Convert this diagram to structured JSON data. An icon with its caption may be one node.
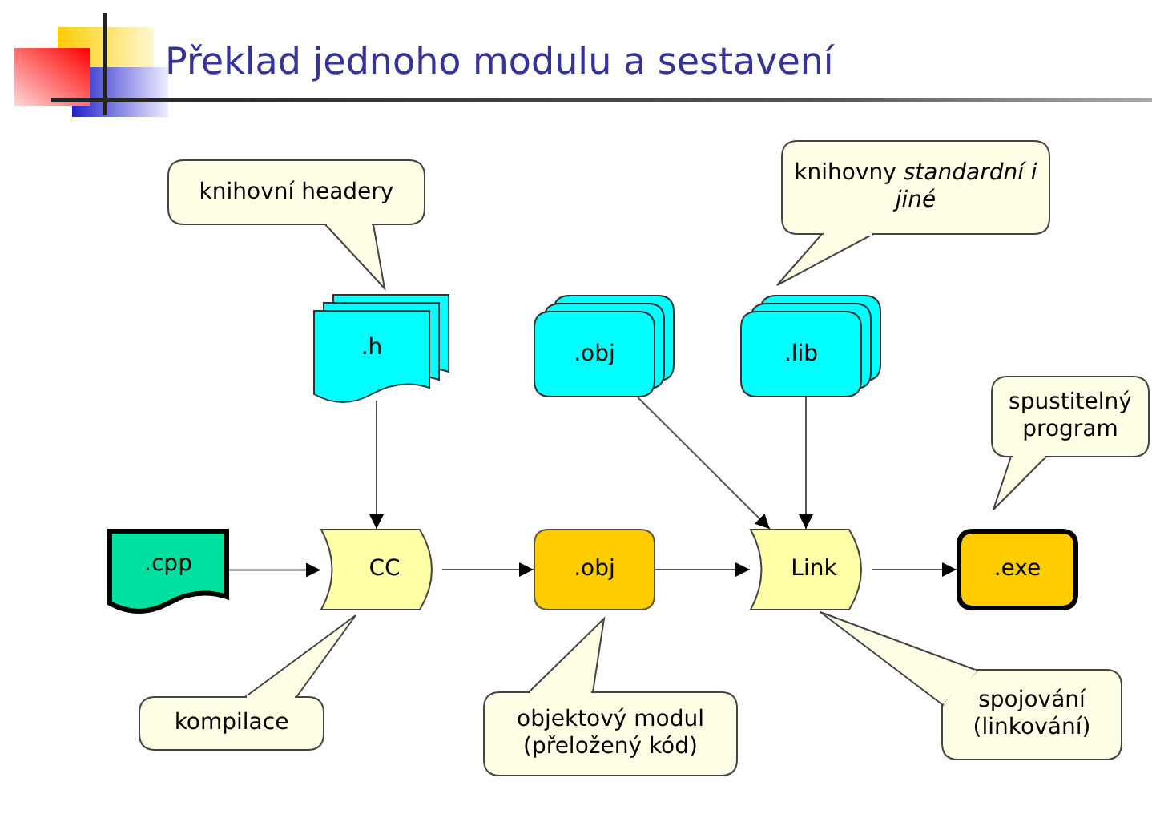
{
  "diagram": {
    "title": "Překlad jednoho modulu a sestavení",
    "nodes": [
      {
        "text": [
          "knihovní headery"
        ]
      },
      {
        "text": [
          "knihovny *standardní i jiné*"
        ]
      },
      {
        "text": [
          ".h"
        ]
      },
      {
        "text": [
          ".obj"
        ]
      },
      {
        "text": [
          ".lib"
        ]
      },
      {
        "text": [
          "spustitelný program"
        ]
      },
      {
        "text": [
          ".cpp"
        ]
      },
      {
        "text": [
          "CC"
        ]
      },
      {
        "text": [
          ".obj"
        ]
      },
      {
        "text": [
          "Link"
        ]
      },
      {
        "text": [
          ".exe"
        ]
      },
      {
        "text": [
          "kompilace"
        ]
      },
      {
        "text": [
          "objektový modul (přeložený kód)"
        ]
      },
      {
        "text": [
          "spojování (linkování)"
        ]
      }
    ],
    "edges": [
      {
        "from": 2,
        "to": 7,
        "arrow": "to"
      },
      {
        "from": 3,
        "to": 9,
        "arrow": "to"
      },
      {
        "from": 4,
        "to": 9,
        "arrow": "to"
      },
      {
        "from": 6,
        "to": 7,
        "arrow": "to"
      },
      {
        "from": 7,
        "to": 8,
        "arrow": "to"
      },
      {
        "from": 8,
        "to": 9,
        "arrow": "to"
      },
      {
        "from": 9,
        "to": 10,
        "arrow": "to"
      }
    ]
  }
}
